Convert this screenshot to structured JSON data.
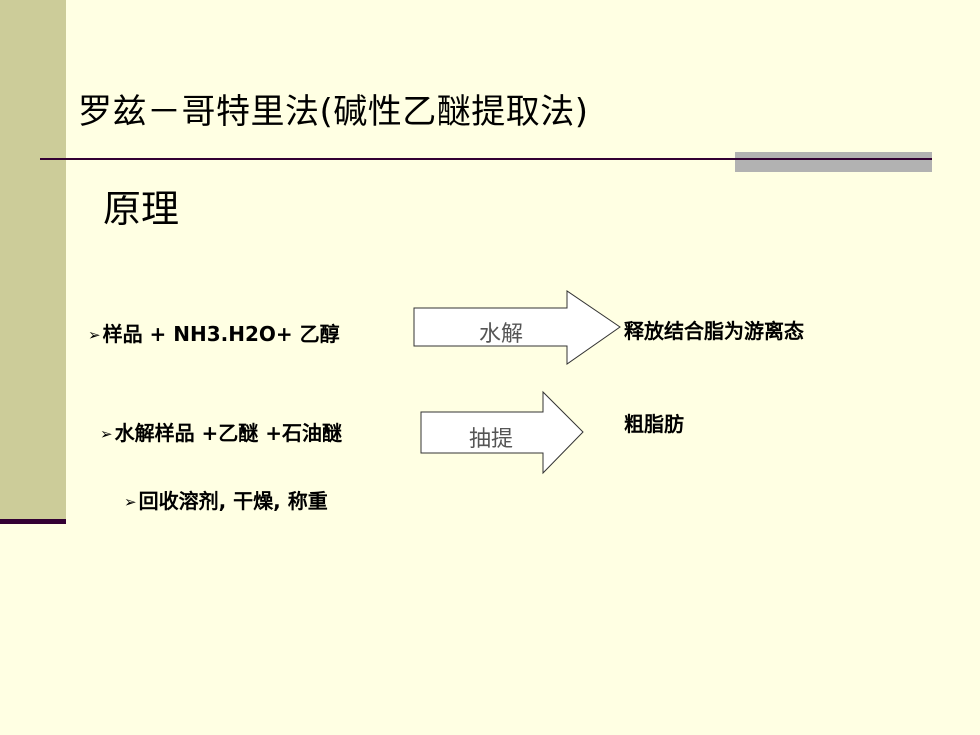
{
  "slide": {
    "title": "罗兹－哥特里法(碱性乙醚提取法)",
    "subtitle": "原理"
  },
  "steps": [
    {
      "marker": "➢",
      "text": "样品 + NH3.H2O+ 乙醇",
      "arrow_label": "水解",
      "result": "释放结合脂为游离态"
    },
    {
      "marker": "➢",
      "text": "水解样品 +乙醚 +石油醚",
      "arrow_label": "抽提",
      "result": "粗脂肪"
    },
    {
      "marker": "➢",
      "text": "回收溶剂, 干燥, 称重"
    }
  ],
  "colors": {
    "background": "#FFFFE3",
    "left_band": "#CCCC99",
    "rule": "#330033",
    "rule_accent": "#B2B2B2"
  },
  "icons": {
    "bullet": "arrowhead-bullet-icon",
    "process": "block-arrow-icon"
  }
}
